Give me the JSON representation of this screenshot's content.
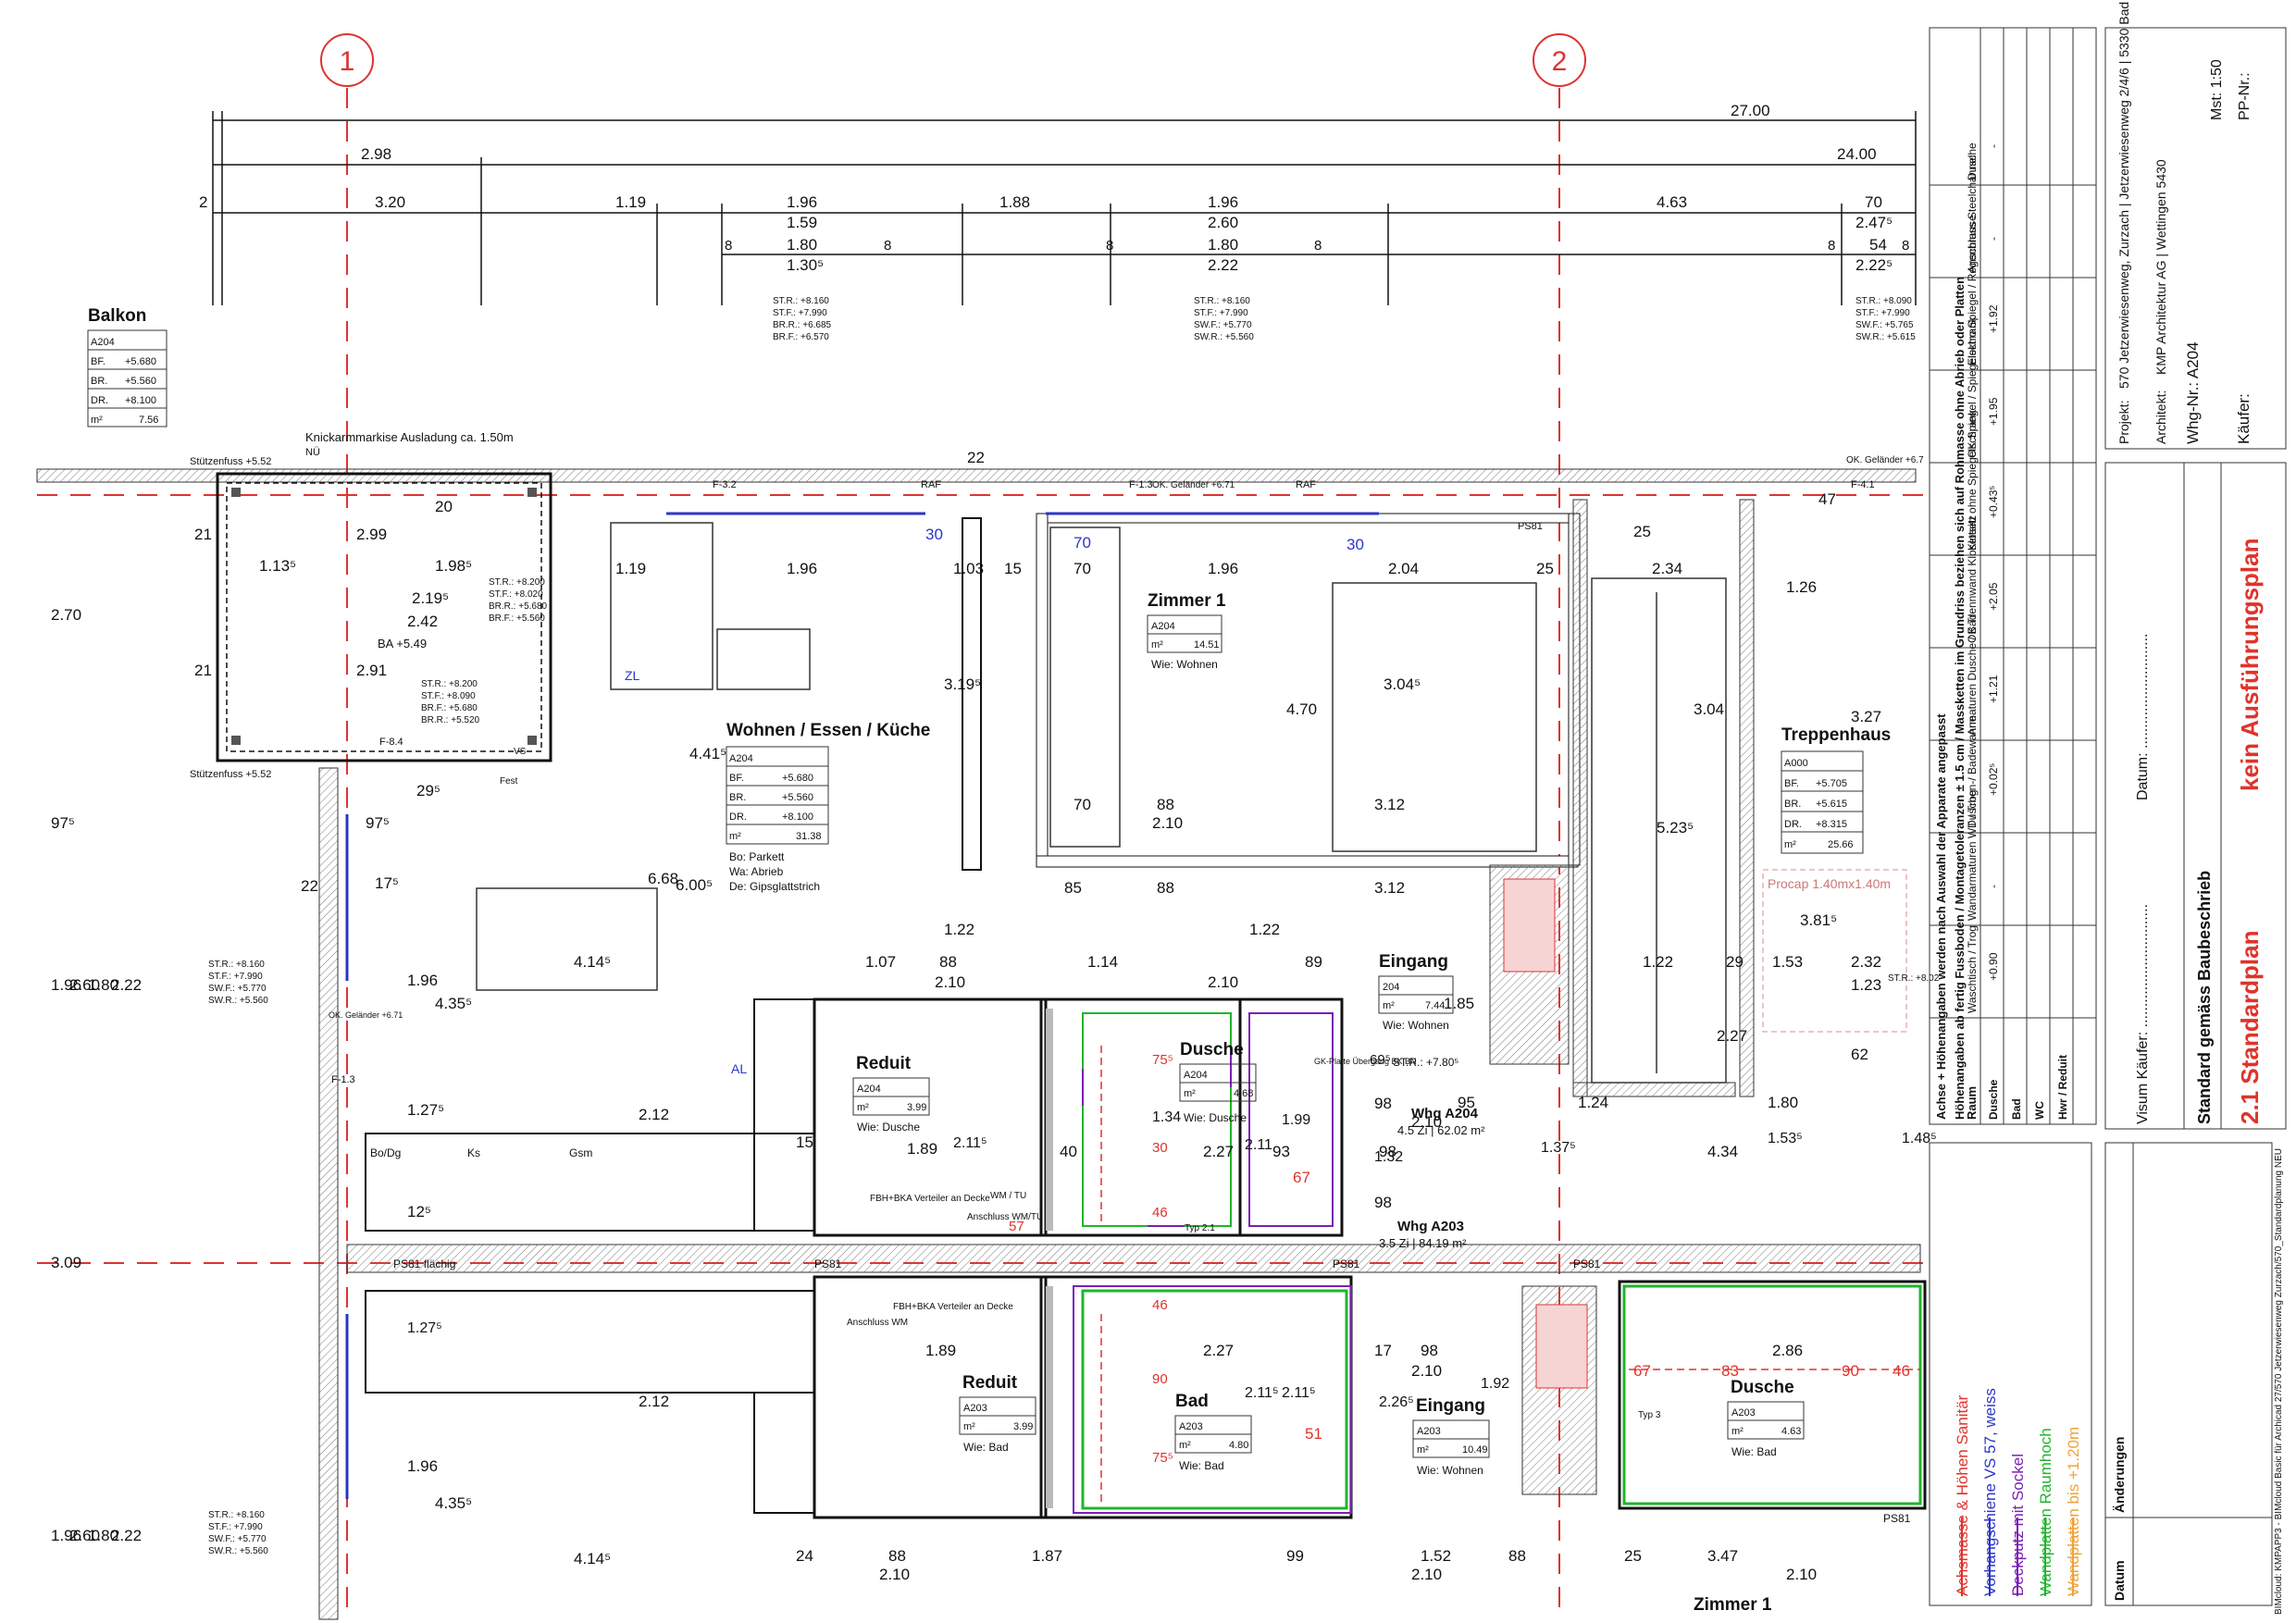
{
  "axes": {
    "axis1": "1",
    "axis2": "2"
  },
  "dims_top": {
    "total_27": "27.00",
    "d_298": "2.98",
    "d_2400": "24.00",
    "row3": [
      "2",
      "3.20",
      "1.19",
      "1.96",
      "1.88",
      "1.96",
      "4.63",
      "70"
    ],
    "row3b": [
      "1.59",
      "2.60",
      "2.47⁵"
    ],
    "row4": [
      "8",
      "1.80",
      "8",
      "8",
      "1.80",
      "8",
      "8",
      "54",
      "8"
    ],
    "row4b": [
      "1.30⁵",
      "2.22",
      "2.22⁵"
    ],
    "sills_left": [
      "ST.R.: +8.160",
      "ST.F.: +7.990",
      "BR.R.: +6.685",
      "BR.F.: +6.570"
    ],
    "sills_mid": [
      "ST.R.: +8.160",
      "ST.F.: +7.990",
      "SW.F.: +5.770",
      "SW.R.: +5.560"
    ],
    "sills_right": [
      "ST.R.: +8.090",
      "ST.F.: +7.990",
      "SW.F.: +5.765",
      "SW.R.: +5.615"
    ]
  },
  "balkon": {
    "title": "Balkon",
    "code": "A204",
    "rows": [
      [
        "BF.",
        "+5.680"
      ],
      [
        "BR.",
        "+5.560"
      ],
      [
        "DR.",
        "+8.100"
      ],
      [
        "m²",
        "7.56"
      ]
    ],
    "awning": "Knickarmmarkise Ausladung ca. 1.50m",
    "nu": "NÜ",
    "stuetz_top": "Stützenfuss +5.52",
    "stuetz_bottom": "Stützenfuss +5.52",
    "dims": [
      "2.99",
      "1.13⁵",
      "1.98⁵",
      "2.42",
      "2.19⁵",
      "2.91",
      "21",
      "21",
      "20",
      "2.70",
      "2"
    ],
    "ba": "BA +5.49",
    "zl": "ZL",
    "sill_a": [
      "ST.R.: +8.200",
      "ST.F.: +8.020",
      "BR.R.: +5.680",
      "BR.F.: +5.560"
    ],
    "sill_b": [
      "ST.R.: +8.200",
      "ST.F.: +8.090",
      "BR.F.: +5.680",
      "BR.R.: +5.520"
    ],
    "f84": "F-8.4",
    "vs": "VS",
    "fest": "Fest"
  },
  "wohnen": {
    "title": "Wohnen / Essen / Küche",
    "code": "A204",
    "rows": [
      [
        "BF.",
        "+5.680"
      ],
      [
        "BR.",
        "+5.560"
      ],
      [
        "DR.",
        "+8.100"
      ],
      [
        "m²",
        "31.38"
      ]
    ],
    "finish": [
      "Bo: Parkett",
      "Wa: Abrieb",
      "De: Gipsglattstrich"
    ],
    "dims": [
      "1.19",
      "1.96",
      "1.03",
      "4.41⁵",
      "6.68",
      "6.00⁵",
      "3.19⁵",
      "4.14⁵",
      "4.35⁵",
      "1.96",
      "2.12",
      "1.07",
      "1.22",
      "1.27⁵",
      "97⁵",
      "29⁵",
      "17⁵",
      "22",
      "12⁵",
      "15"
    ],
    "labels": [
      "F-3.2",
      "RAF",
      "Bo/Dg",
      "Ks",
      "Gsm",
      "AL"
    ]
  },
  "zimmer1": {
    "title": "Zimmer 1",
    "code": "A204",
    "area": "14.51",
    "wie": "Wie: Wohnen",
    "dims": [
      "70",
      "1.96",
      "2.04",
      "70",
      "4.70",
      "3.04⁵",
      "70",
      "88",
      "3.12",
      "2.10",
      "85",
      "88",
      "3.12",
      "15",
      "25",
      "22",
      "30",
      "30"
    ],
    "f13": "F-1.3",
    "gelaender": "OK. Geländer +6.71",
    "raf": "RAF",
    "ps81": "PS81"
  },
  "treppenhaus": {
    "title": "Treppenhaus",
    "code": "A000",
    "rows": [
      [
        "BF.",
        "+5.705"
      ],
      [
        "BR.",
        "+5.615"
      ],
      [
        "DR.",
        "+8.315"
      ],
      [
        "m²",
        "25.66"
      ]
    ],
    "dims": [
      "2.34",
      "1.26",
      "3.04",
      "3.27",
      "5.23⁵",
      "3.81⁵",
      "1.22",
      "29",
      "1.53",
      "2.32",
      "1.23",
      "47",
      "25",
      "62",
      "2.27"
    ],
    "procap": "Procap 1.40mx1.40m",
    "f41": "F-4.1",
    "gelaender": "OK. Geländer +6.7",
    "sill": "ST.R.: +8.02"
  },
  "eingang_a204": {
    "title": "Eingang",
    "code": "204",
    "area": "7.44",
    "wie": "Wie: Wohnen",
    "str": "ST.R.: +7.80⁵",
    "dims": [
      "1.85",
      "89",
      "69⁵",
      "98"
    ]
  },
  "whg_a204": {
    "title": "Whg A204",
    "desc": "4.5 Zi | 62.02 m²"
  },
  "whg_a203": {
    "title": "Whg A203",
    "desc": "3.5 Zi | 84.19 m²"
  },
  "reduit_a204": {
    "title": "Reduit",
    "code": "A204",
    "area": "3.99",
    "wie": "Wie: Dusche",
    "dims": [
      "88",
      "2.10",
      "1.89",
      "2.11⁵",
      "15"
    ],
    "verteiler": "FBH+BKA Verteiler an Decke",
    "anschluss": "Anschluss WM/TU",
    "wmtu": "WM / TU"
  },
  "dusche_a204": {
    "title": "Dusche",
    "code": "A204",
    "area": "4.68",
    "wie": "Wie: Dusche",
    "dims": [
      "1.14",
      "2.10",
      "2.27",
      "1.34",
      "75⁵",
      "30",
      "40",
      "46",
      "57",
      "1.99",
      "67",
      "93",
      "2.11",
      "1.22"
    ],
    "typ": "Typ 2.1",
    "gk": "GK-Platte Übergang BK BN"
  },
  "bottom_a203": {
    "reduit": {
      "title": "Reduit",
      "code": "A203",
      "area": "3.99",
      "wie": "Wie: Bad",
      "verteiler": "FBH+BKA Verteiler an Decke",
      "anschluss": "Anschluss WM"
    },
    "bad": {
      "title": "Bad",
      "code": "A203",
      "area": "4.80",
      "wie": "Wie: Bad",
      "dims": [
        "2.27",
        "46",
        "90",
        "75⁵",
        "2.11⁵",
        "51",
        "2.11⁵"
      ]
    },
    "eingang": {
      "title": "Eingang",
      "code": "A203",
      "area": "10.49",
      "wie": "Wie: Wohnen",
      "dims": [
        "98",
        "2.10",
        "17",
        "2.26⁵",
        "1.92"
      ]
    },
    "dusche": {
      "title": "Dusche",
      "code": "A203",
      "area": "4.63",
      "wie": "Wie: Bad",
      "dims": [
        "2.86",
        "67",
        "83",
        "90",
        "46"
      ],
      "typ": "Typ 3"
    },
    "zimmer": "Zimmer 1",
    "dims_bottom": [
      "24",
      "88",
      "1.87",
      "99",
      "1.52",
      "88",
      "3.47",
      "25",
      "2.10",
      "2.10",
      "2.10",
      "4.14⁵",
      "4.35⁵",
      "1.96",
      "2.60",
      "1.80",
      "2.22",
      "1.96",
      "2.60",
      "1.80",
      "2.22",
      "2.12",
      "1.89",
      "1.27⁵"
    ],
    "ps81": "PS81 flächig",
    "ps81_b": "PS81"
  },
  "mid_right": {
    "dims": [
      "95",
      "1.24",
      "1.80",
      "4.34",
      "1.53⁵",
      "1.48⁵",
      "1.37⁵",
      "1.32",
      "2.10",
      "98",
      "98"
    ]
  },
  "left_side": {
    "dims": [
      "2.70",
      "3.09",
      "97⁵",
      "1.96",
      "2.60",
      "1.80",
      "2.22",
      "1.96",
      "2.60",
      "1.80",
      "2.22"
    ],
    "sill_a": [
      "ST.R.: +8.160",
      "ST.F.: +7.990",
      "SW.F.: +5.770",
      "SW.R.: +5.560"
    ],
    "sill_b": [
      "ST.R.: +8.160",
      "ST.F.: +7.990",
      "SW.F.: +5.770",
      "SW.R.: +5.560"
    ],
    "f13": "F-1.3",
    "gelaender": "OK. Geländer +6.71"
  },
  "info_table": {
    "header": [
      "Raum",
      "Waschtisch / Trog",
      "Wandarmaturen WT / Trog",
      "Duschen-/ Badewanne",
      "Armaturen Dusche / Bad",
      "OK Trennwand Klosettsitz",
      "Klosett ohne Spiegelschrank",
      "OK Spiegel / Spiegelschrank",
      "Elektro Spiegel / Regenbrause",
      "Anschluss Steelchannel",
      "Dusche"
    ],
    "rows": [
      [
        "Dusche",
        "+0.90",
        "-",
        "+0.02⁵",
        "+1.21",
        "+2.05",
        "+0.43⁵",
        "+1.95",
        "+1.92",
        "-",
        "-"
      ],
      [
        "Bad",
        "-",
        "-",
        "-",
        "-",
        "-",
        "-",
        "-",
        "-",
        "-",
        "-"
      ],
      [
        "WC",
        "-",
        "-",
        "-",
        "-",
        "-",
        "-",
        "-",
        "-",
        "-",
        "-"
      ],
      [
        "Hwr / Reduit",
        "-",
        "-",
        "-",
        "-",
        "-",
        "-",
        "-",
        "-",
        "-",
        "-"
      ]
    ],
    "note1": "Achse + Höhenangaben werden nach Auswahl der Apparate angepasst",
    "note2": "Höhenangaben ab fertig Fussboden / Montagetoleranzen ± 1.5 cm / Massketten im Grundriss beziehen sich auf Rohmasse ohne Abrieb oder Platten"
  },
  "title_block": {
    "projekt_label": "Projekt:",
    "projekt": "570 Jetzerwiesenweg, Zurzach | Jetzerwiesenweg 2/4/6 | 5330 Bad Zurzach",
    "architekt_label": "Architekt:",
    "architekt": "KMP Architektur AG | Wettingen 5430",
    "whg": "Whg-Nr.: A204",
    "kaeufer": "Käufer:",
    "mst": "Mst: 1:50",
    "pp": "PP-Nr.:",
    "visum": "Visum Käufer: ..............................",
    "datum": "Datum: ............................",
    "baubeschrieb": "Standard gemäss Baubeschrieb",
    "plan": "2.1 Standardplan",
    "ausfuehrung": "kein Ausführungsplan",
    "path": "BIMcloud: KMPAPP3 - BIMcloud Basic für Archicad 27/570 Jetzerwiesenweg Zurzach/570_Standardplanung NEU"
  },
  "legend": {
    "items": [
      {
        "label": "Achsmasse & Höhen Sanitär",
        "color": "#e0332b"
      },
      {
        "label": "Vorhangschiene VS 57, weiss",
        "color": "#2b36c7"
      },
      {
        "label": "Deckputz mit Sockel",
        "color": "#7a1fb3"
      },
      {
        "label": "Wandplatten Raumhoch",
        "color": "#21b42c"
      },
      {
        "label": "Wandplatten bis +1.20m",
        "color": "#f0a23a"
      }
    ]
  },
  "changes": {
    "datum": "Datum",
    "aenderungen": "Änderungen"
  }
}
